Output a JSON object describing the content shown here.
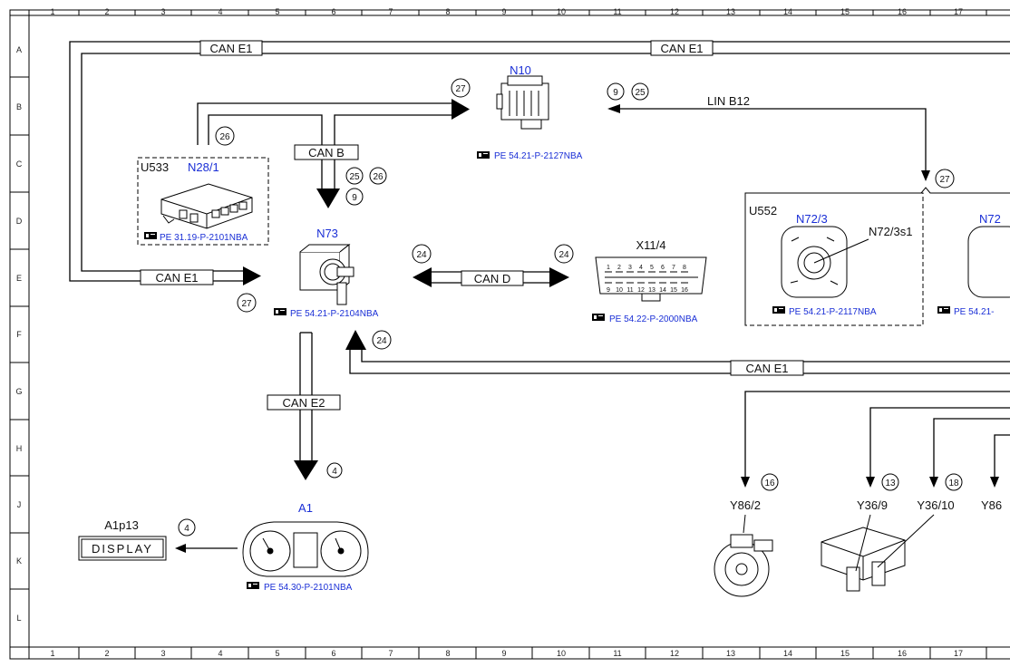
{
  "grid": {
    "columns": [
      "1",
      "2",
      "3",
      "4",
      "5",
      "6",
      "7",
      "8",
      "9",
      "10",
      "11",
      "12",
      "13",
      "14",
      "15",
      "16",
      "17"
    ],
    "rows": [
      "A",
      "B",
      "C",
      "D",
      "E",
      "F",
      "G",
      "H",
      "J",
      "K",
      "L"
    ]
  },
  "buses": {
    "can_e1": "CAN E1",
    "can_b": "CAN B",
    "can_d": "CAN D",
    "can_e2": "CAN E2",
    "lin_b12": "LIN B12"
  },
  "components": {
    "n10": {
      "name": "N10",
      "ref": "PE 54.21-P-2127NBA"
    },
    "u533": {
      "group": "U533",
      "name": "N28/1",
      "ref": "PE 31.19-P-2101NBA"
    },
    "n73": {
      "name": "N73",
      "ref": "PE 54.21-P-2104NBA"
    },
    "x11_4": {
      "name": "X11/4",
      "pins": [
        "1",
        "2",
        "3",
        "4",
        "5",
        "6",
        "7",
        "8",
        "9",
        "10",
        "11",
        "12",
        "13",
        "14",
        "15",
        "16"
      ],
      "ref": "PE 54.22-P-2000NBA"
    },
    "u552": {
      "group": "U552",
      "name": "N72/3",
      "sub": "N72/3s1",
      "ref": "PE 54.21-P-2117NBA"
    },
    "n72_partial": {
      "name": "N72",
      "ref": "PE 54.21-"
    },
    "a1": {
      "name": "A1",
      "ref": "PE 54.30-P-2101NBA"
    },
    "a1p13": {
      "name": "A1p13",
      "display": "DISPLAY"
    },
    "y86_2": {
      "name": "Y86/2"
    },
    "y36_9": {
      "name": "Y36/9"
    },
    "y36_10": {
      "name": "Y36/10"
    },
    "y86_partial": {
      "name": "Y86"
    }
  },
  "callouts": {
    "c27_n10": "27",
    "c9_n10": "9",
    "c25_n10": "25",
    "c26_u533": "26",
    "c25_n73": "25",
    "c26_n73": "26",
    "c9_n73": "9",
    "c27_n73": "27",
    "c24_left": "24",
    "c24_right": "24",
    "c24_lower": "24",
    "c27_u552": "27",
    "c4_cane2": "4",
    "c4_display": "4",
    "c16": "16",
    "c13": "13",
    "c18": "18"
  },
  "colors": {
    "link_blue": "#1a2fd6",
    "line": "#000000"
  }
}
